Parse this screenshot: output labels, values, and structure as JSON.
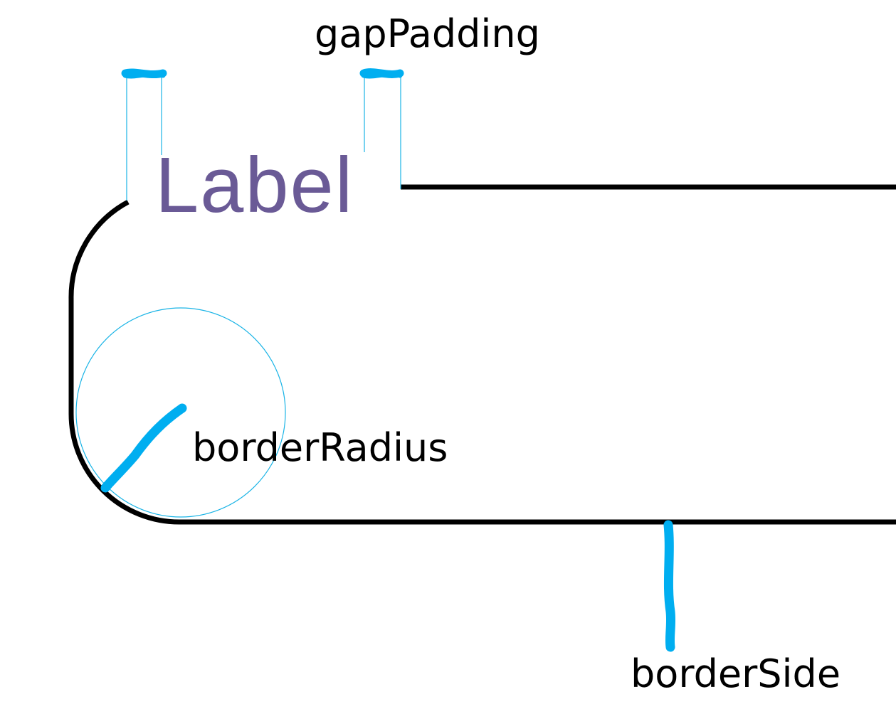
{
  "diagram": {
    "field_label": "Label",
    "annotations": {
      "gap_padding": "gapPadding",
      "border_radius": "borderRadius",
      "border_side": "borderSide"
    }
  },
  "colors": {
    "border": "#000000",
    "label": "#6a5a96",
    "annotation_marker": "#00aef0",
    "guide_line": "#1ab4e6",
    "background": "#ffffff"
  }
}
